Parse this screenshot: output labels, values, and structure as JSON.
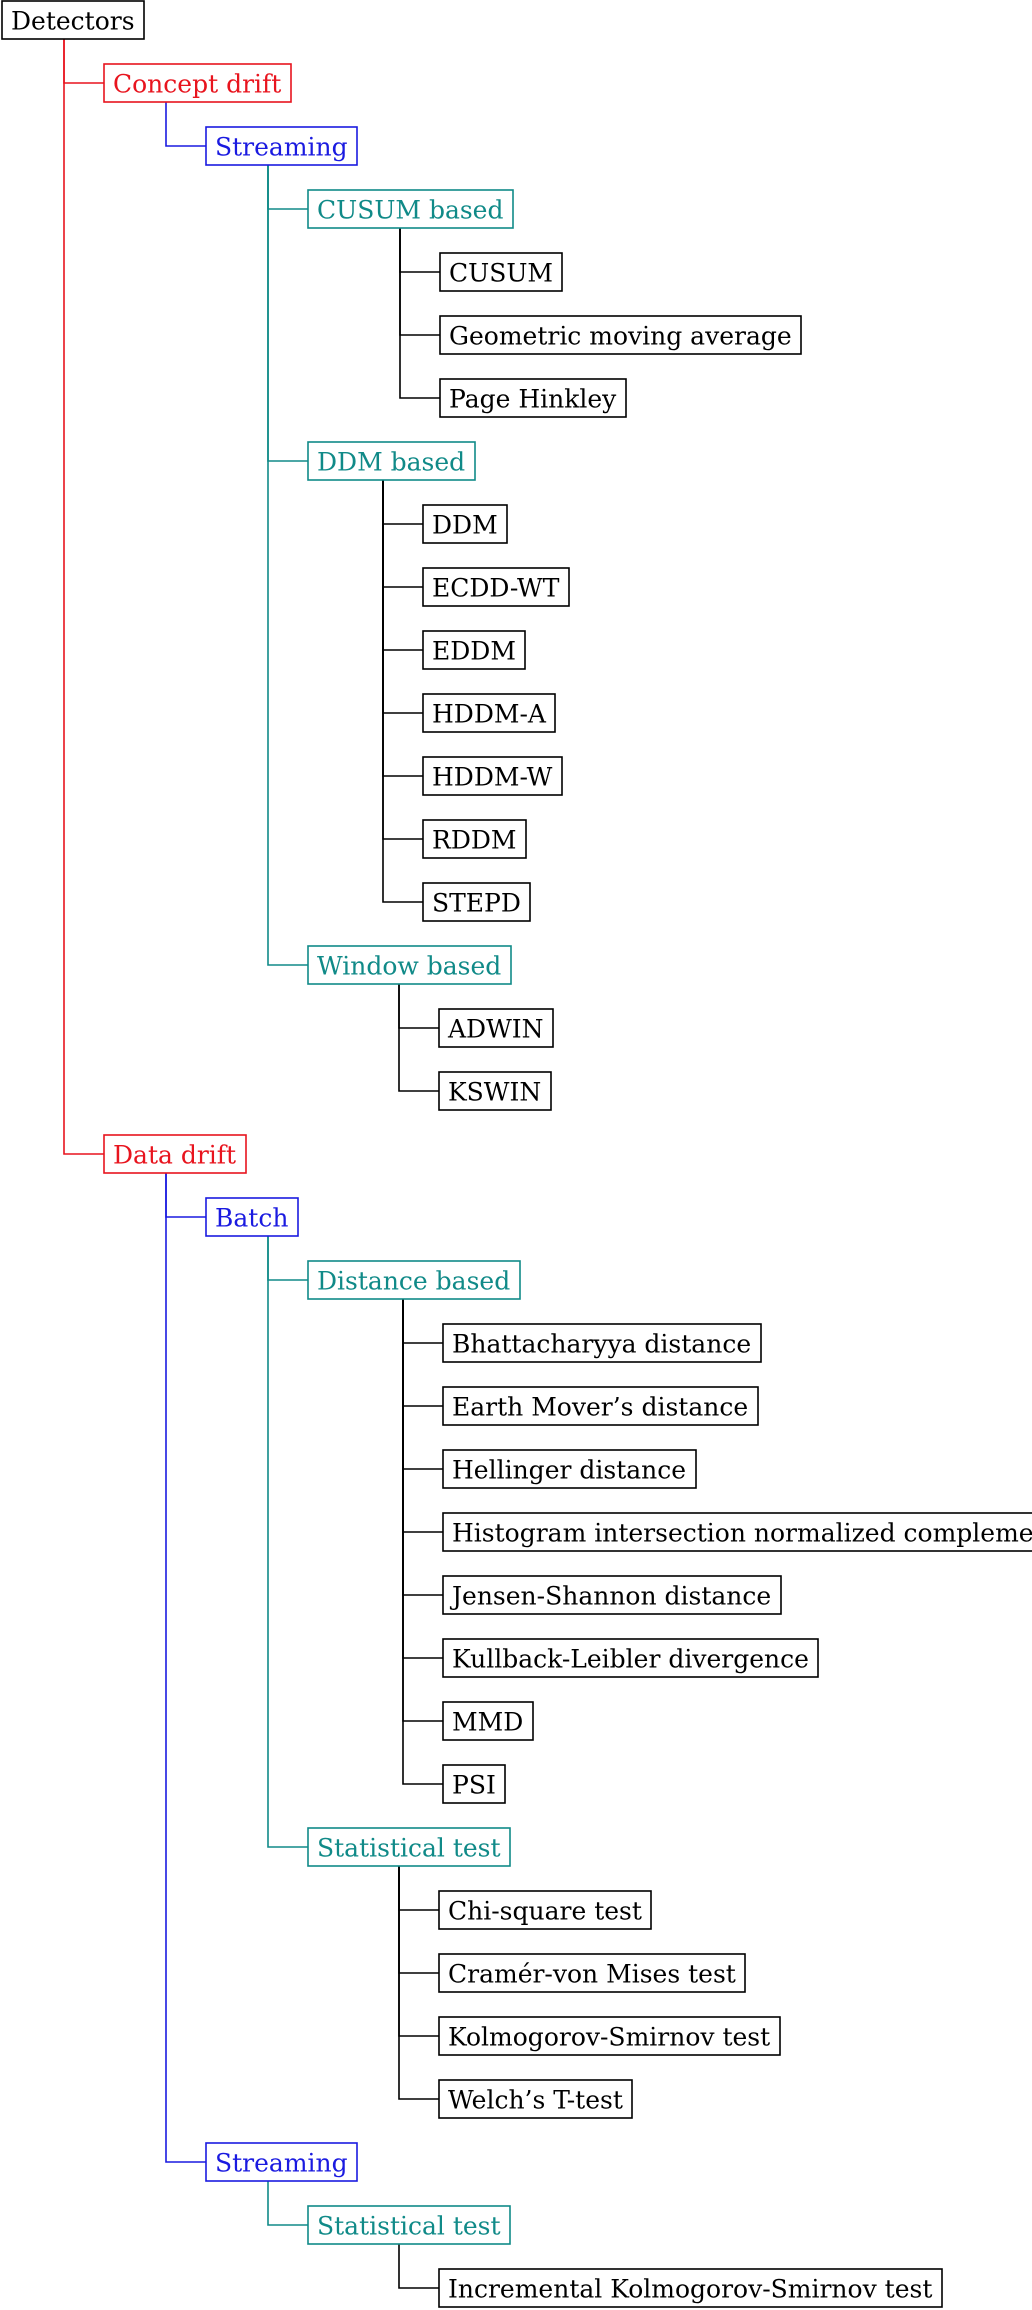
{
  "colors": {
    "root": "#000000",
    "level1": "#e8141e",
    "level2": "#1a1ae0",
    "level3": "#108a88",
    "leaf": "#000000"
  },
  "tree": {
    "label": "Detectors",
    "children": [
      {
        "label": "Concept drift",
        "children": [
          {
            "label": "Streaming",
            "children": [
              {
                "label": "CUSUM based",
                "children": [
                  {
                    "label": "CUSUM"
                  },
                  {
                    "label": "Geometric moving average"
                  },
                  {
                    "label": "Page Hinkley"
                  }
                ]
              },
              {
                "label": "DDM based",
                "children": [
                  {
                    "label": "DDM"
                  },
                  {
                    "label": "ECDD-WT"
                  },
                  {
                    "label": "EDDM"
                  },
                  {
                    "label": "HDDM-A"
                  },
                  {
                    "label": "HDDM-W"
                  },
                  {
                    "label": "RDDM"
                  },
                  {
                    "label": "STEPD"
                  }
                ]
              },
              {
                "label": "Window based",
                "children": [
                  {
                    "label": "ADWIN"
                  },
                  {
                    "label": "KSWIN"
                  }
                ]
              }
            ]
          }
        ]
      },
      {
        "label": "Data drift",
        "children": [
          {
            "label": "Batch",
            "children": [
              {
                "label": "Distance based",
                "children": [
                  {
                    "label": "Bhattacharyya distance"
                  },
                  {
                    "label": "Earth Mover’s distance"
                  },
                  {
                    "label": "Hellinger distance"
                  },
                  {
                    "label": "Histogram intersection normalized complement"
                  },
                  {
                    "label": "Jensen-Shannon distance"
                  },
                  {
                    "label": "Kullback-Leibler divergence"
                  },
                  {
                    "label": "MMD"
                  },
                  {
                    "label": "PSI"
                  }
                ]
              },
              {
                "label": "Statistical test",
                "children": [
                  {
                    "label": "Chi-square test"
                  },
                  {
                    "label": "Cramér-von Mises test"
                  },
                  {
                    "label": "Kolmogorov-Smirnov test"
                  },
                  {
                    "label": "Welch’s T-test"
                  }
                ]
              }
            ]
          },
          {
            "label": "Streaming",
            "children": [
              {
                "label": "Statistical test",
                "children": [
                  {
                    "label": "Incremental Kolmogorov-Smirnov test"
                  }
                ]
              }
            ]
          }
        ]
      }
    ]
  }
}
